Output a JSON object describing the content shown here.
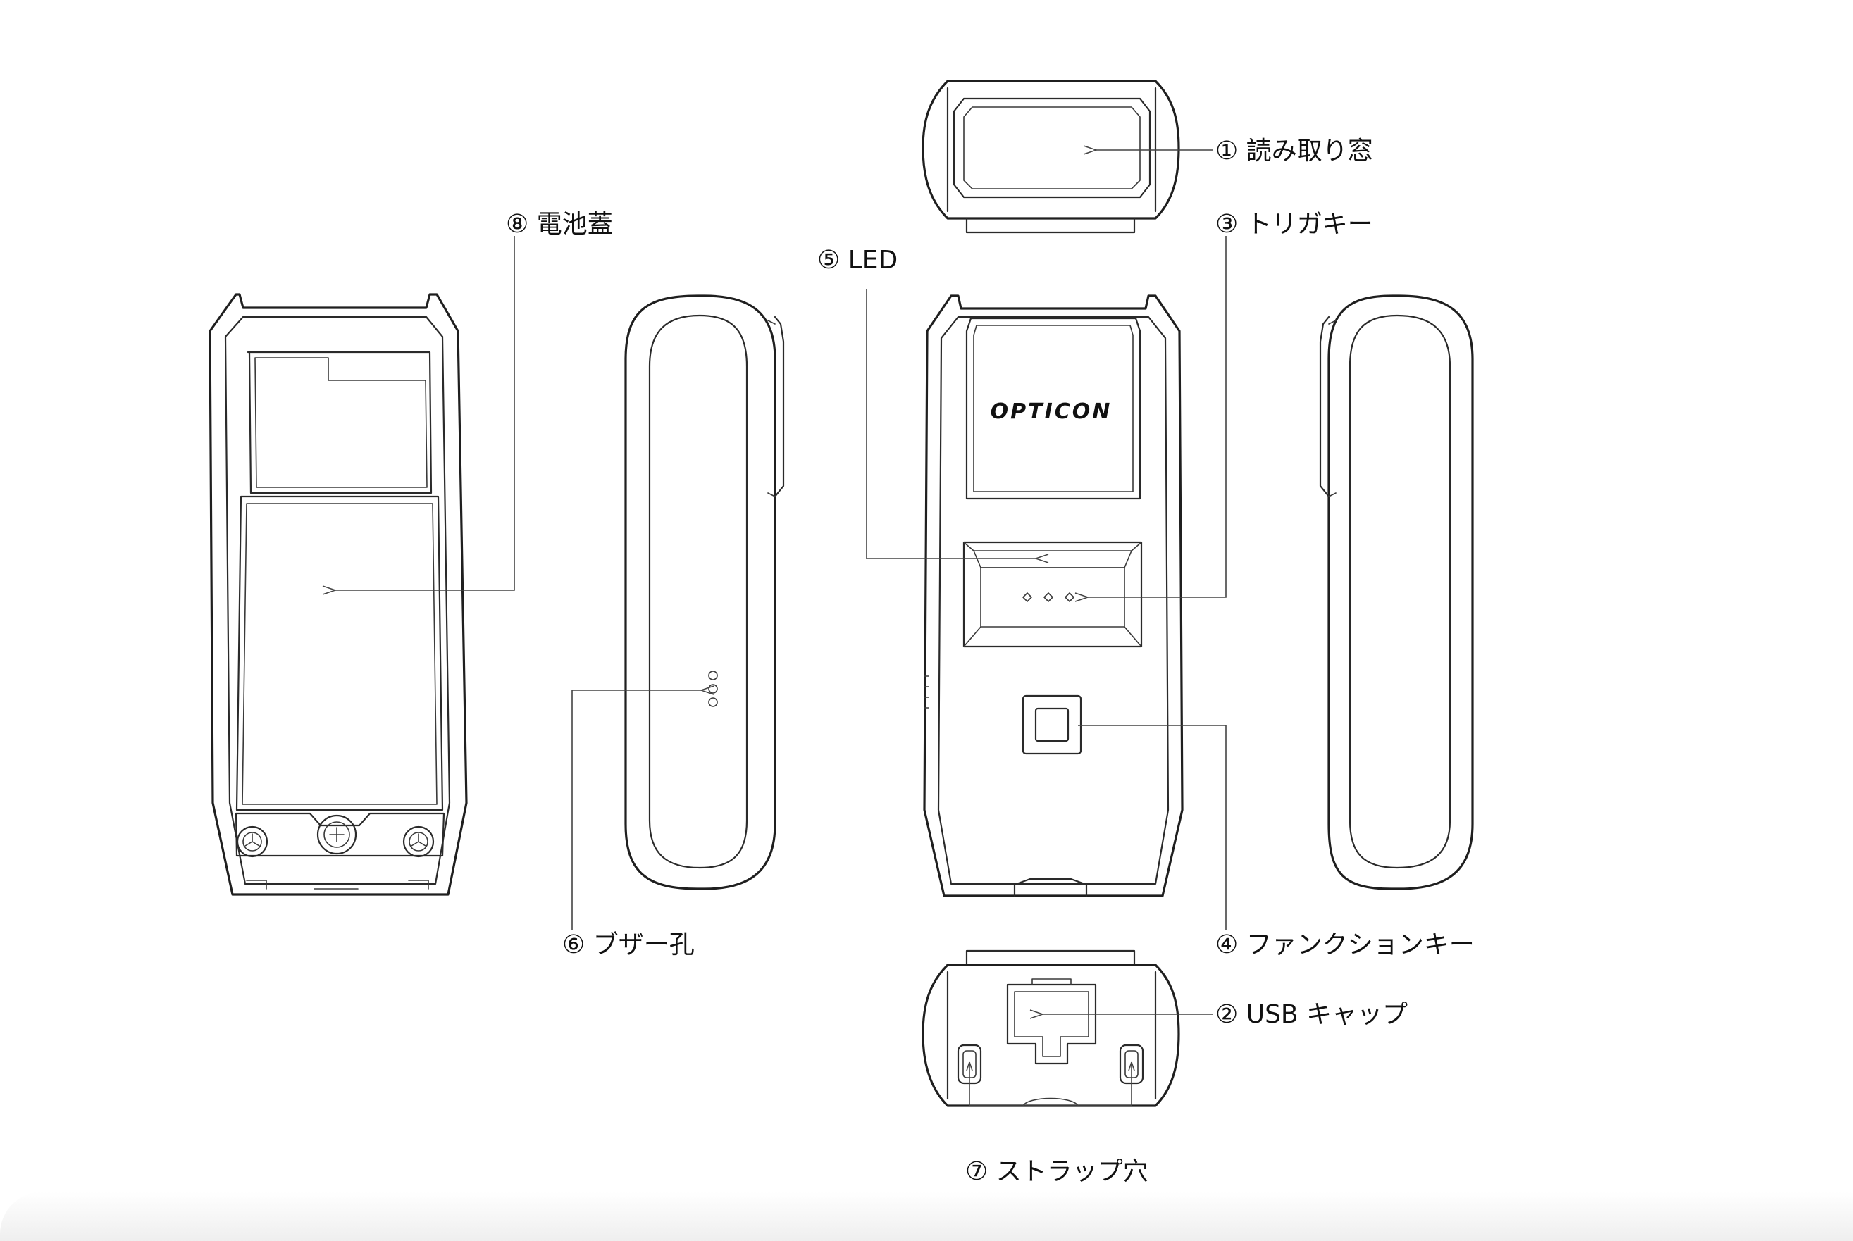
{
  "brand": "OPTICON",
  "callouts": {
    "read_window": "① 読み取り窓",
    "usb_cap": "② USB キャップ",
    "trigger_key": "③ トリガキー",
    "function_key": "④ ファンクションキー",
    "led": "⑤ LED",
    "buzzer_hole": "⑥ ブザー孔",
    "strap_hole": "⑦ ストラップ穴",
    "battery_cover": "⑧ 電池蓋"
  },
  "colors": {
    "line": "#1f1f1f",
    "background": "#ffffff"
  }
}
